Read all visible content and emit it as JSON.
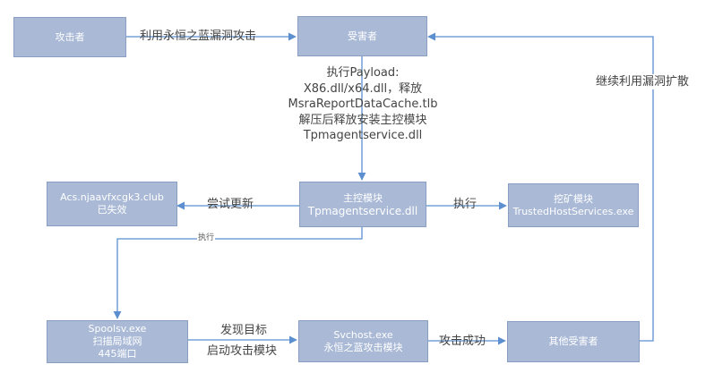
{
  "boxes": {
    "attacker": "攻击者",
    "victim": "受害者",
    "acs_line1": "Acs.njaavfxcgk3.club",
    "acs_line2": "已失效",
    "main_line1": "主控模块",
    "main_line2": "Tpmagentservice.dll",
    "miner_line1": "挖矿模块",
    "miner_line2": "TrustedHostServices.exe",
    "spool_line1": "Spoolsv.exe",
    "spool_line2": "扫描局域网",
    "spool_line3": "445端口",
    "svchost_line1": "Svchost.exe",
    "svchost_line2": "永恒之蓝攻击模块",
    "other": "其他受害者"
  },
  "labels": {
    "exploit": "利用永恒之蓝漏洞攻击",
    "payload_1": "执行Payload:",
    "payload_2": "X86.dll/x64.dll，释放",
    "payload_3": "MsraReportDataCache.tlb",
    "payload_4": "解压后释放安装主控模块",
    "payload_5": "Tpmagentservice.dll",
    "try_update": "尝试更新",
    "execute": "执行",
    "execute_small": "执行",
    "discover_1": "发现目标",
    "discover_2": "启动攻击模块",
    "success": "攻击成功",
    "spread": "继续利用漏洞扩散"
  },
  "colors": {
    "box_fill": "#a9b9d6",
    "box_border": "#8a9dc2",
    "arrow": "#5b8fd0"
  }
}
